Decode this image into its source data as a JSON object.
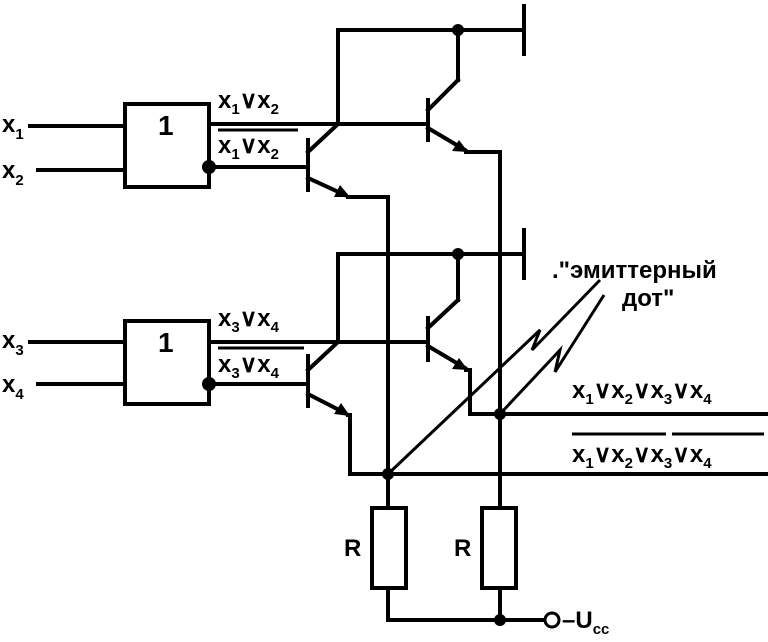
{
  "inputs": {
    "x1": {
      "base": "x",
      "sub": "1"
    },
    "x2": {
      "base": "x",
      "sub": "2"
    },
    "x3": {
      "base": "x",
      "sub": "3"
    },
    "x4": {
      "base": "x",
      "sub": "4"
    }
  },
  "gates": {
    "gate1_label": "1",
    "gate2_label": "1"
  },
  "signals": {
    "or": "∨",
    "gate1_or": [
      "x",
      "1",
      "x",
      "2"
    ],
    "gate1_nor": [
      "x",
      "1",
      "x",
      "2"
    ],
    "gate2_or": [
      "x",
      "3",
      "x",
      "4"
    ],
    "gate2_nor": [
      "x",
      "3",
      "x",
      "4"
    ],
    "out_or": [
      "x",
      "1",
      "x",
      "2",
      "x",
      "3",
      "x",
      "4"
    ],
    "out_nor": [
      "x",
      "1",
      "x",
      "2",
      "x",
      "3",
      "x",
      "4"
    ]
  },
  "annotation": {
    "line1": ".\"эмиттерный",
    "line2": "дот\""
  },
  "resistors": {
    "r1": "R",
    "r2": "R"
  },
  "supply": {
    "prefix": "–U",
    "sub": "cc"
  }
}
